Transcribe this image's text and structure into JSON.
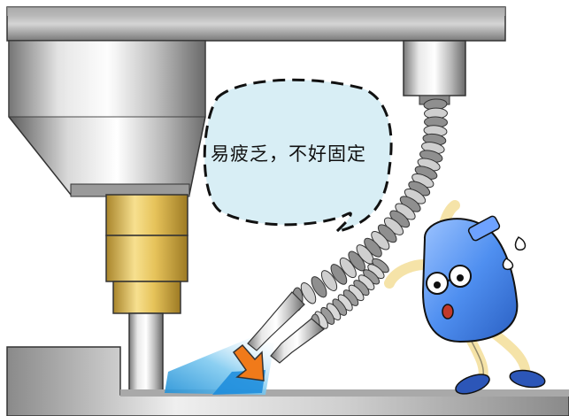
{
  "speech_bubble": {
    "text": "易疲乏，不好固定"
  },
  "scene": {
    "description_icons": [
      "machine-press",
      "flexible-coolant-hose",
      "nozzle",
      "coolant-spray",
      "arrow-icon",
      "mascot-character"
    ],
    "colors": {
      "steel_dark": "#6e6e6e",
      "steel_light": "#f2f2f2",
      "brass": "#d9b24a",
      "bubble_fill": "#d8eef5",
      "coolant": "#3fa9e0",
      "arrow": "#f07a1a",
      "mascot_body": "#4f8ff0",
      "mascot_skin": "#f5e3a8"
    }
  }
}
